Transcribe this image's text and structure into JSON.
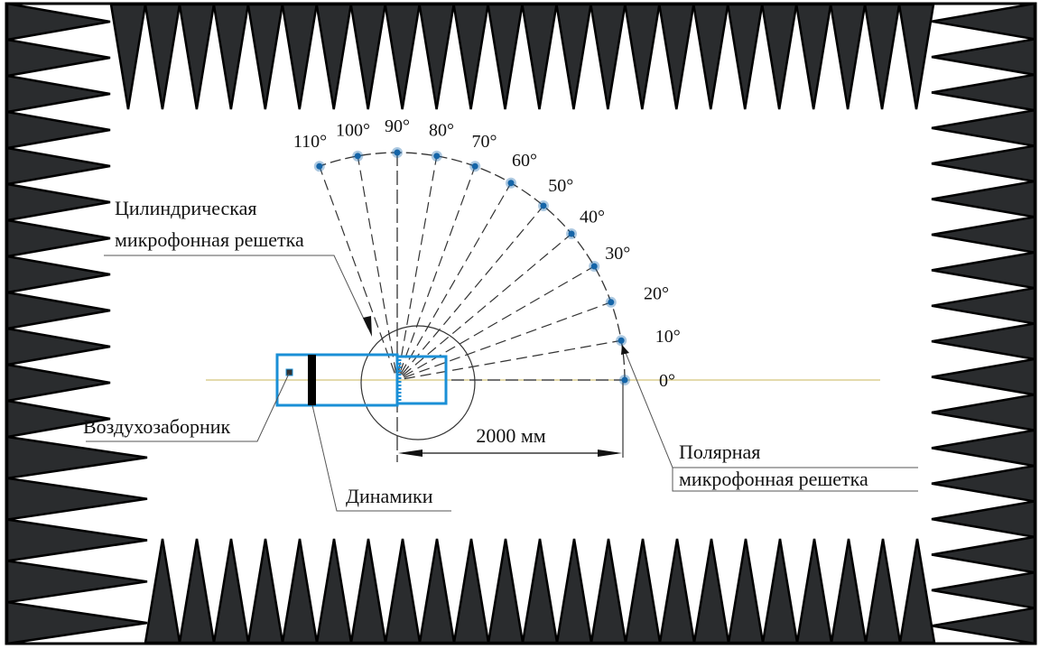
{
  "labels": {
    "cylindrical_line1": "Цилиндрическая",
    "cylindrical_line2": "микрофонная решетка",
    "air_intake": "Воздухозаборник",
    "speakers": "Динамики",
    "polar_line1": "Полярная",
    "polar_line2": "микрофонная решетка",
    "distance": "2000 мм"
  },
  "angles": [
    {
      "value": 0,
      "label": "0°"
    },
    {
      "value": 10,
      "label": "10°"
    },
    {
      "value": 20,
      "label": "20°"
    },
    {
      "value": 30,
      "label": "30°"
    },
    {
      "value": 40,
      "label": "40°"
    },
    {
      "value": 50,
      "label": "50°"
    },
    {
      "value": 60,
      "label": "60°"
    },
    {
      "value": 70,
      "label": "70°"
    },
    {
      "value": 80,
      "label": "80°"
    },
    {
      "value": 90,
      "label": "90°"
    },
    {
      "value": 100,
      "label": "100°"
    },
    {
      "value": 110,
      "label": "110°"
    }
  ],
  "colors": {
    "absorber": "#2a2c2e",
    "device": "#1a8fd6",
    "mic_point": "#1565a8",
    "axis": "#c8b45a"
  }
}
